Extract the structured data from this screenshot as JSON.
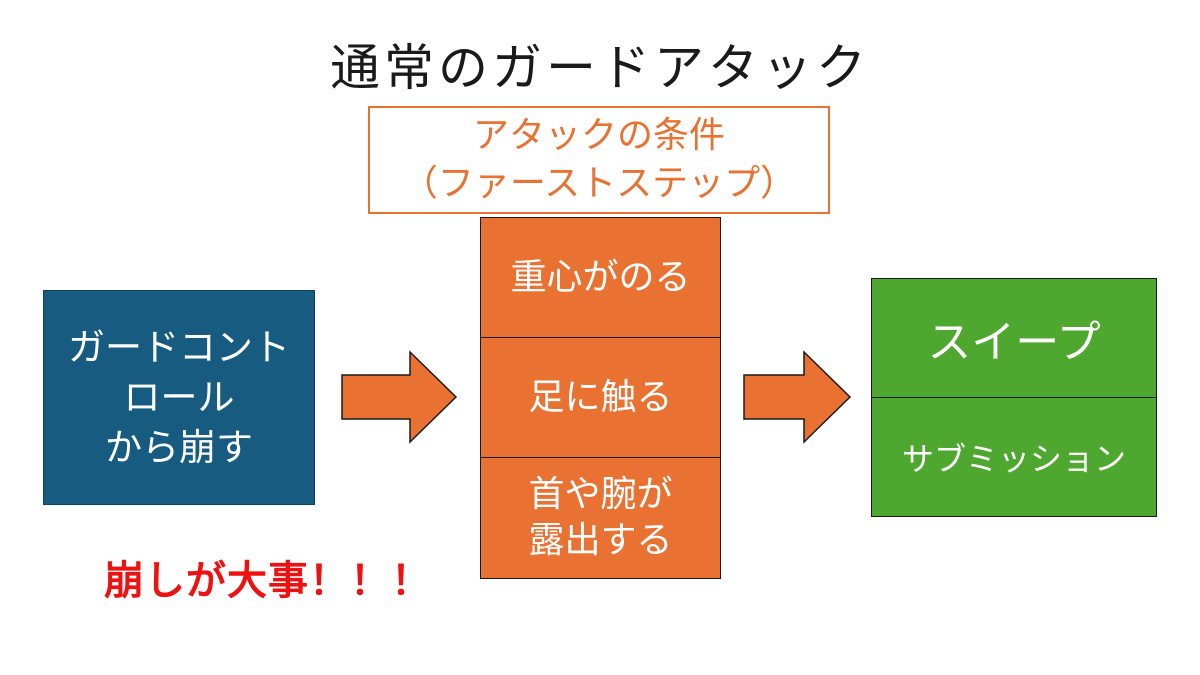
{
  "title": "通常のガードアタック",
  "condition": {
    "line1": "アタックの条件",
    "line2": "（ファーストステップ）"
  },
  "left_box": {
    "line1": "ガードコント",
    "line2": "ロール",
    "line3": "から崩す"
  },
  "middle_stack": {
    "item1": "重心がのる",
    "item2": "足に触る",
    "item3_line1": "首や腕が",
    "item3_line2": "露出する"
  },
  "right_box": {
    "top": "スイープ",
    "bottom": "サブミッション"
  },
  "emphasis": "崩しが大事！！！",
  "colors": {
    "blue": "#175c80",
    "orange": "#e97132",
    "green": "#4ea72e",
    "red": "#ee1111"
  }
}
